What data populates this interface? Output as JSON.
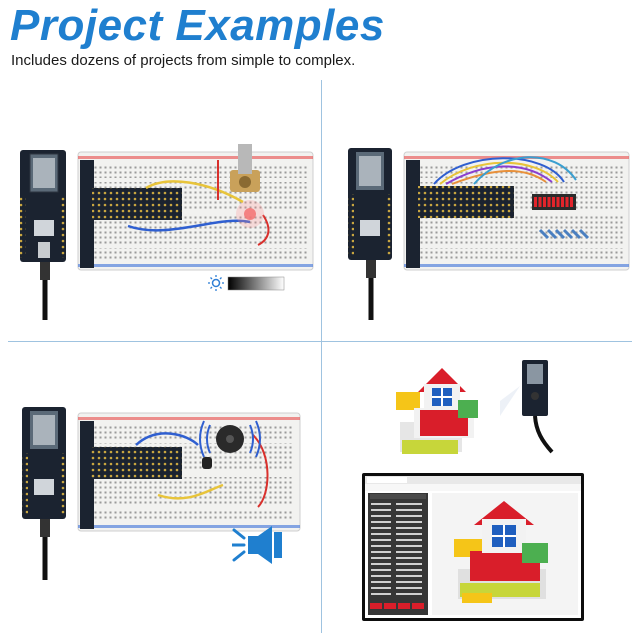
{
  "header": {
    "title": "Project Examples",
    "subtitle": "Includes dozens of projects from simple to complex."
  },
  "colors": {
    "title_blue": "#1f7fcf",
    "divider": "#9fc3e0",
    "board_dark": "#1b2330",
    "wire_blue": "#2f5fd0",
    "wire_yellow": "#e8c43a",
    "wire_red": "#d9302c",
    "bargraph_red": "#e3242b"
  },
  "panels": [
    {
      "id": "potentiometer-led",
      "icons": [
        "light-gradient-icon"
      ]
    },
    {
      "id": "led-bar-graph",
      "icons": []
    },
    {
      "id": "buzzer",
      "icons": [
        "speaker-icon"
      ]
    },
    {
      "id": "camera-webserver",
      "icons": [
        "camera-module"
      ]
    }
  ],
  "monitor": {
    "window_title": "ESP32 OV2640 Settings"
  }
}
